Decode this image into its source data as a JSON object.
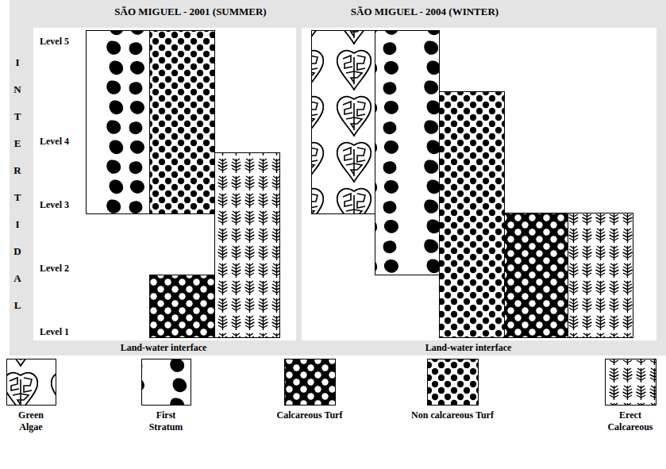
{
  "diagram": {
    "labels": [
      "SÃO MIGUEL - 2001 (SUMMER)",
      "SÃO MIGUEL - 2004 (WINTER)",
      "Level 5",
      "Level 4",
      "Level 3",
      "Level 2",
      "Level 1",
      "INTERTIDAL",
      "Land-water interface",
      "Land-water interface"
    ],
    "legend": [
      {
        "text": "Green Algae"
      },
      {
        "text": "First Stratum"
      },
      {
        "text": "Calcareous Turf"
      },
      {
        "text": "Non calcareous Turf"
      },
      {
        "text": "Erect Calcareous"
      }
    ]
  }
}
